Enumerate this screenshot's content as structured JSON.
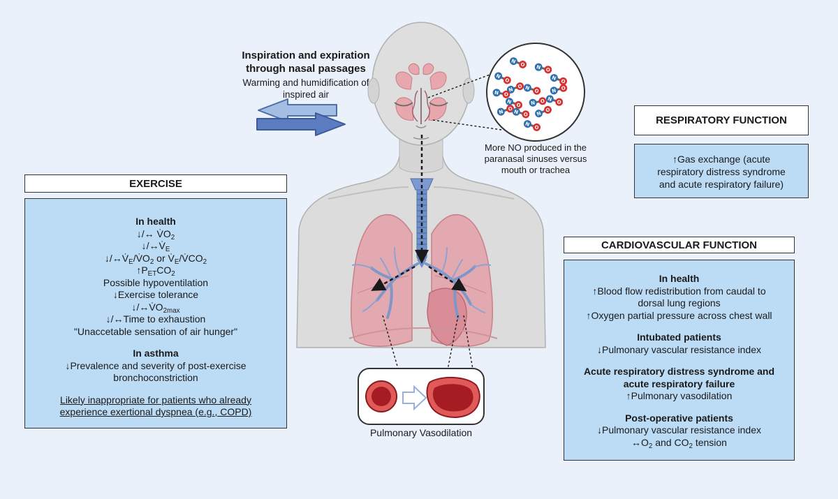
{
  "nasal": {
    "title_line1": "Inspiration and expiration",
    "title_line2": "through nasal passages",
    "subtitle_line1": "Warming and humidification of",
    "subtitle_line2": "inspired air"
  },
  "no_caption": {
    "line1": "More NO produced in the",
    "line2": "paranasal sinuses versus",
    "line3": "mouth or trachea"
  },
  "molecule_labels": {
    "n": "N",
    "o": "O"
  },
  "pulmonary_label": "Pulmonary Vasodilation",
  "exercise": {
    "title": "EXERCISE",
    "health_heading": "In health",
    "health_items": [
      "↓/↔ V̇O",
      "↓/↔V̇",
      "↓/↔V̇",
      "↑P",
      "Possible hypoventilation",
      "↓Exercise tolerance",
      "↓/↔V̇O",
      "↓/↔Time to exhaustion",
      "\"Unaccetable sensation of air hunger\""
    ],
    "sub": {
      "two": "2",
      "e": "E",
      "et": "ET",
      "two_max": "2max"
    },
    "text": {
      "co": "CO",
      "slash_vo": "/V̇O",
      "or_ve": " or V̇",
      "slash_vco": "/V̇CO"
    },
    "asthma_heading": "In asthma",
    "asthma_line1": "↓Prevalence and severity of post-exercise",
    "asthma_line2": "bronchoconstriction",
    "note_line1": "Likely inappropriate for patients who already",
    "note_line2": "experience exertional dyspnea (e.g., COPD)"
  },
  "respiratory": {
    "title": "RESPIRATORY FUNCTION",
    "line1": "↑Gas exchange (acute",
    "line2": "respiratory distress syndrome",
    "line3": "and acute respiratory failure)"
  },
  "cardiovascular": {
    "title": "CARDIOVASCULAR FUNCTION",
    "health_heading": "In health",
    "health_line1": "↑Blood flow redistribution from caudal to",
    "health_line2": "dorsal lung regions",
    "health_line3": "↑Oxygen partial pressure across chest wall",
    "intubated_heading": "Intubated patients",
    "intubated_line1": "↓Pulmonary vascular resistance index",
    "ards_heading_line1": "Acute respiratory distress syndrome and",
    "ards_heading_line2": "acute respiratory failure",
    "ards_line1": "↑Pulmonary vasodilation",
    "postop_heading": "Post-operative patients",
    "postop_line1": "↓Pulmonary vascular resistance index",
    "postop_line2_a": "↔O",
    "postop_line2_b": " and CO",
    "postop_line2_c": " tension",
    "sub_two": "2"
  },
  "colors": {
    "background": "#eaf1fb",
    "box_fill": "#bcdcf6",
    "skin": "#dcdcdc",
    "lung": "#e3a9b0",
    "trachea": "#6f90c8",
    "arrow": "#5575b5",
    "nitrogen": "#2f6fb0",
    "oxygen": "#d7302f",
    "vessel": "#a51d22"
  }
}
